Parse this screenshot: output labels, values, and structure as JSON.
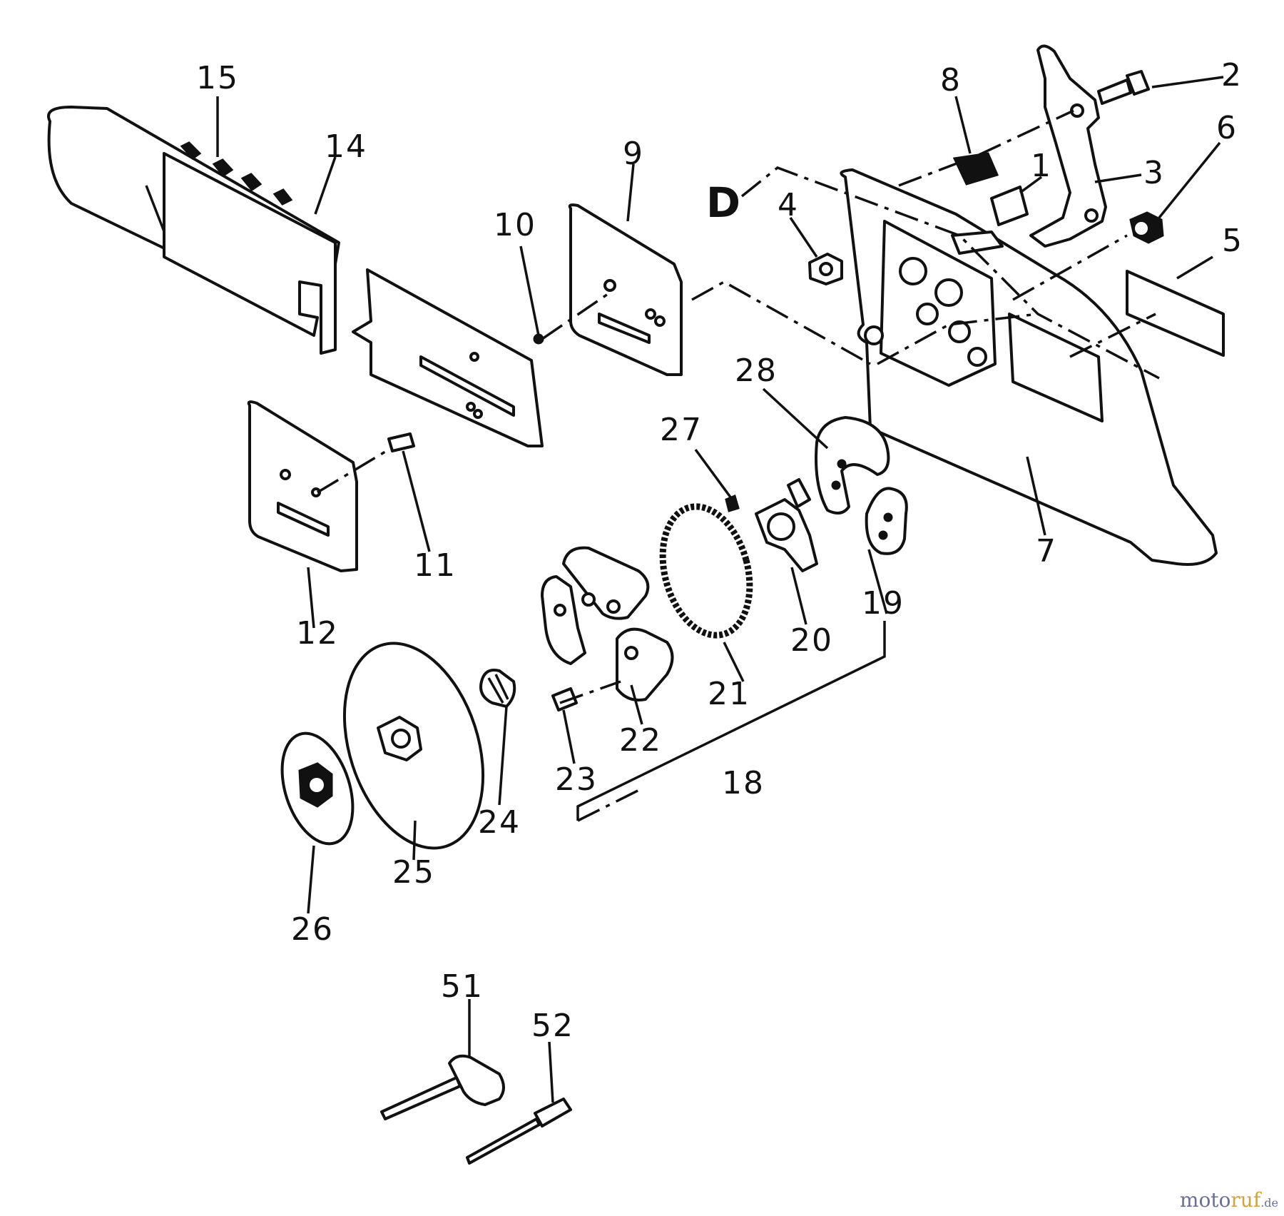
{
  "callouts": {
    "c1": "1",
    "c2": "2",
    "c3": "3",
    "c4": "4",
    "c5": "5",
    "c6": "6",
    "c7": "7",
    "c8": "8",
    "c9": "9",
    "c10": "10",
    "c11": "11",
    "c12": "12",
    "c14": "14",
    "c15": "15",
    "c18": "18",
    "c19": "19",
    "c20": "20",
    "c21": "21",
    "c22": "22",
    "c23": "23",
    "c24": "24",
    "c25": "25",
    "c26": "26",
    "c27": "27",
    "c28": "28",
    "c51": "51",
    "c52": "52",
    "cD": "D"
  },
  "watermark": {
    "moto": "moto",
    "ruf": "ruf",
    "tld": ".de"
  }
}
